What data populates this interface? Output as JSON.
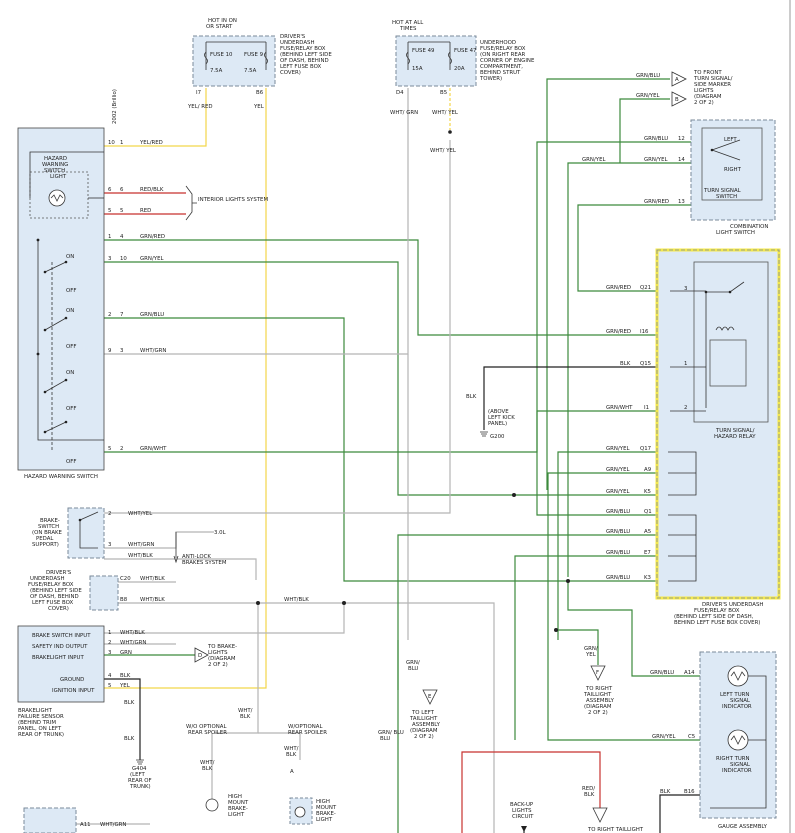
{
  "fuse_boxes": [
    {
      "hot": "HOT IN ON OR START",
      "title": "DRIVER'S UNDERDASH FUSE/RELAY BOX (BEHIND LEFT SIDE OF DASH, BEHIND LEFT FUSE BOX COVER)",
      "fuses": [
        {
          "name": "FUSE 10",
          "amp": "7.5A"
        },
        {
          "name": "FUSE 9",
          "amp": "7.5A"
        }
      ],
      "pins": [
        "I7",
        "B6"
      ],
      "wires": [
        "YEL/ RED",
        "YEL"
      ]
    },
    {
      "hot": "HOT AT ALL TIMES",
      "title": "UNDERHOOD FUSE/RELAY BOX (ON RIGHT REAR CORNER OF ENGINE COMPARTMENT, BEHIND STRUT TOWER)",
      "fuses": [
        {
          "name": "FUSE 49",
          "amp": "15A"
        },
        {
          "name": "FUSE 47",
          "amp": "20A"
        }
      ],
      "pins": [
        "D4",
        "B5"
      ],
      "wires": [
        "WHT/ GRN",
        "WHT/ YEL"
      ]
    }
  ],
  "hazard_switch": {
    "title": "HAZARD WARNING SWITCH",
    "light_label": "HAZARD WARNING SWITCH LIGHT",
    "pin_rows": [
      {
        "pin": "10",
        "n": "1",
        "wire": "YEL/RED"
      },
      {
        "pin": "6",
        "n": "6",
        "wire": "RED/BLK"
      },
      {
        "pin": "5",
        "n": "5",
        "wire": "RED"
      },
      {
        "pin": "1",
        "n": "4",
        "wire": "GRN/RED"
      },
      {
        "pin": "3",
        "n": "10",
        "wire": "GRN/YEL"
      },
      {
        "pin": "2",
        "n": "7",
        "wire": "GRN/BLU"
      },
      {
        "pin": "9",
        "n": "3",
        "wire": "WHT/GRN"
      },
      {
        "pin": "5",
        "n": "2",
        "wire": "GRN/WHT"
      }
    ],
    "switch_labels": [
      "ON",
      "OFF",
      "ON",
      "OFF",
      "ON",
      "OFF",
      "OFF"
    ],
    "model_note": "2002 (Brillio)"
  },
  "interior_lights": "INTERIOR LIGHTS SYSTEM",
  "turn_signal_switch": {
    "title": "TURN SIGNAL SWITCH",
    "combo": "COMBINATION LIGHT SWITCH",
    "positions": [
      "LEFT",
      "RIGHT"
    ],
    "pins": [
      {
        "pin": "12",
        "wire": "GRN/BLU"
      },
      {
        "pin": "14",
        "wire": "GRN/YEL"
      },
      {
        "pin": "13",
        "wire": "GRN/RED"
      }
    ]
  },
  "front_marker": {
    "wires": [
      "GRN/BLU",
      "GRN/YEL"
    ],
    "text": "TO FRONT TURN SIGNAL/ SIDE MARKER LIGHTS (DIAGRAM 2 OF 2)",
    "markers": [
      "A",
      "B"
    ]
  },
  "relay": {
    "title": "TURN SIGNAL/ HAZARD RELAY",
    "box_label": "DRIVER'S UNDERDASH FUSE/RELAY BOX (BEHIND LEFT SIDE OF DASH, BEHIND LEFT FUSE BOX COVER)",
    "pins": [
      {
        "wire": "GRN/RED",
        "pin": "Q21"
      },
      {
        "wire": "GRN/RED",
        "pin": "I16"
      },
      {
        "wire": "BLK",
        "pin": "Q15"
      },
      {
        "wire": "GRN/WHT",
        "pin": "I1"
      },
      {
        "wire": "GRN/YEL",
        "pin": "Q17"
      },
      {
        "wire": "GRN/YEL",
        "pin": "A9"
      },
      {
        "wire": "GRN/YEL",
        "pin": "K5"
      },
      {
        "wire": "GRN/BLU",
        "pin": "Q1"
      },
      {
        "wire": "GRN/BLU",
        "pin": "A5"
      },
      {
        "wire": "GRN/BLU",
        "pin": "E7"
      },
      {
        "wire": "GRN/BLU",
        "pin": "K3"
      }
    ],
    "inner_pins": [
      "3",
      "1",
      "2"
    ]
  },
  "ground_g200": {
    "wire": "BLK",
    "text": "(ABOVE LEFT KICK PANEL)",
    "name": "G200"
  },
  "brake_switch": {
    "title": "BRAKE SWITCH (ON BRAKE PEDAL SUPPORT)",
    "pins": [
      {
        "pin": "2",
        "wire": "WHT/YEL"
      },
      {
        "pin": "3",
        "wire": "WHT/GRN"
      },
      {
        "pin": "",
        "wire": "WHT/BLK"
      }
    ],
    "engine": "3.0L",
    "abs": "ANTI-LOCK BRAKES SYSTEM"
  },
  "fuse_box_small": {
    "title": "DRIVER'S UNDERDASH FUSE/RELAY BOX (BEHIND LEFT SIDE OF DASH, BEHIND LEFT FUSE BOX COVER)",
    "pins": [
      {
        "pin": "C20",
        "wire": "WHT/BLK"
      },
      {
        "pin": "B8",
        "wire": "WHT/BLK"
      }
    ]
  },
  "sensor": {
    "title": "BRAKELIGHT FAILURE SENSOR (BEHIND TRIM PANEL, ON LEFT REAR OF TRUNK)",
    "rows": [
      {
        "label": "BRAKE SWITCH INPUT",
        "pin": "1",
        "wire": "WHT/BLK"
      },
      {
        "label": "SAFETY IND OUTPUT",
        "pin": "2",
        "wire": "WHT/GRN"
      },
      {
        "label": "BRAKELIGHT INPUT",
        "pin": "3",
        "wire": "GRN"
      },
      {
        "label": "GROUND",
        "pin": "4",
        "wire": "BLK"
      },
      {
        "label": "IGNITION INPUT",
        "pin": "5",
        "wire": "YEL"
      }
    ],
    "to_brake": "TO BRAKE LIGHTS (DIAGRAM 2 OF 2)",
    "marker": "D"
  },
  "ground_g404": {
    "wire": "BLK",
    "name": "G404 (LEFT REAR OF TRUNK)"
  },
  "mid_wire": "WHT/BLK",
  "spoiler": {
    "with": "W/O OPTIONAL REAR SPOILER",
    "without": "W/OPTIONAL REAR SPOILER",
    "wire": "WHT/ BLK",
    "marker": "A",
    "lamp": "HIGH MOUNT BRAKE- LIGHT"
  },
  "taillights": [
    {
      "wire": "GRN/ BLU",
      "marker": "E",
      "text": "TO LEFT TAILLIGHT ASSEMBLY (DIAGRAM 2 OF 2)"
    },
    {
      "wire": "GRN/ YEL",
      "marker": "F",
      "text": "TO RIGHT TAILLIGHT ASSEMBLY (DIAGRAM 2 OF 2)"
    },
    {
      "wire": "RED/ BLK",
      "marker": "",
      "text": "TO RIGHT TAILLIGHT"
    }
  ],
  "backup": "BACK-UP LIGHTS CIRCUIT",
  "bottom_wire": {
    "pin": "A11",
    "wire": "WHT/GRN"
  },
  "gauge": {
    "title": "GAUGE ASSEMBLY",
    "pins": [
      {
        "wire": "GRN/BLU",
        "pin": "A14"
      },
      {
        "wire": "GRN/YEL",
        "pin": "C5"
      },
      {
        "wire": "BLK",
        "pin": "B16"
      }
    ],
    "left": "LEFT TURN SIGNAL INDICATOR",
    "right": "RIGHT TURN SIGNAL INDICATOR"
  },
  "grn_blu_vertical": "GRN/ BLU",
  "colors": {
    "yellow": "#f2d64a",
    "green": "#3c8a3c",
    "olive": "#8aa070",
    "gray": "#b5b5b5",
    "red": "#c8322f",
    "highlight": "#f5e84a",
    "component": "#dde9f5"
  }
}
